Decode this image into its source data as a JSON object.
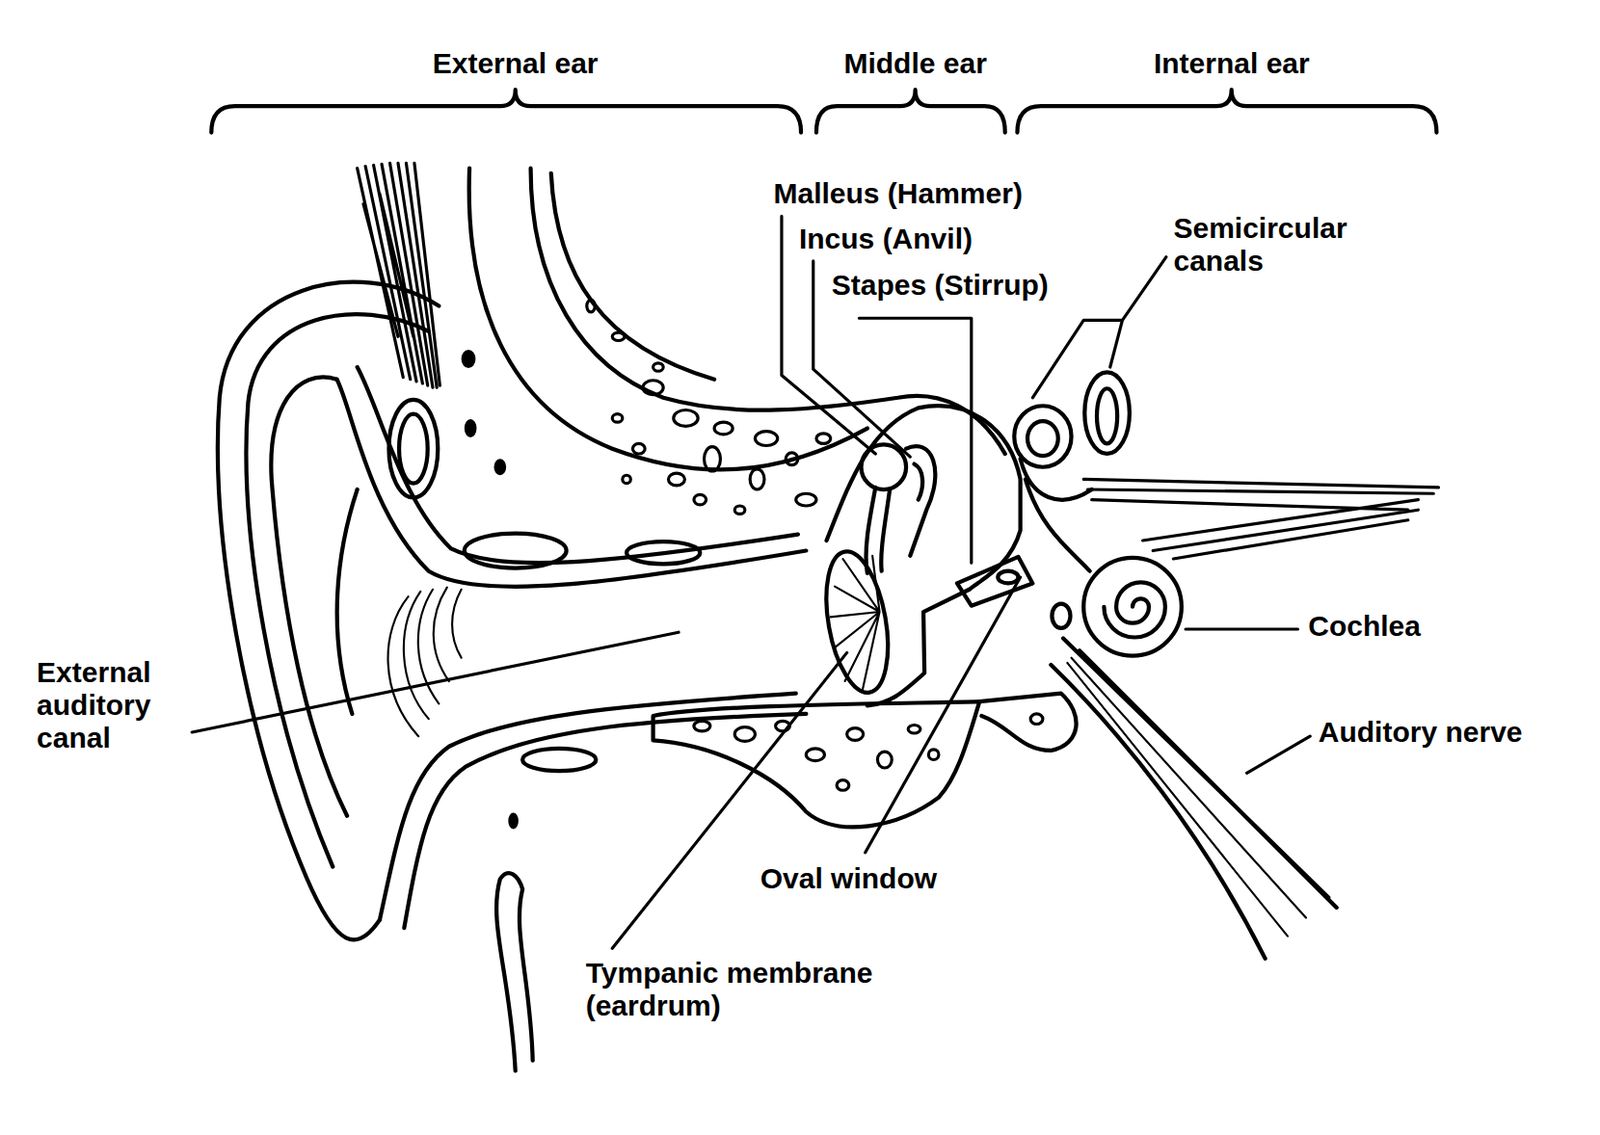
{
  "diagram": {
    "labels": [
      "External ear",
      "Middle ear",
      "Internal ear",
      "Malleus (Hammer)",
      "Incus (Anvil)",
      "Stapes (Stirrup)",
      "Semicircular canals",
      "External auditory canal",
      "Cochlea",
      "Auditory nerve",
      "Oval window",
      "Tympanic membrane (eardrum)"
    ]
  }
}
